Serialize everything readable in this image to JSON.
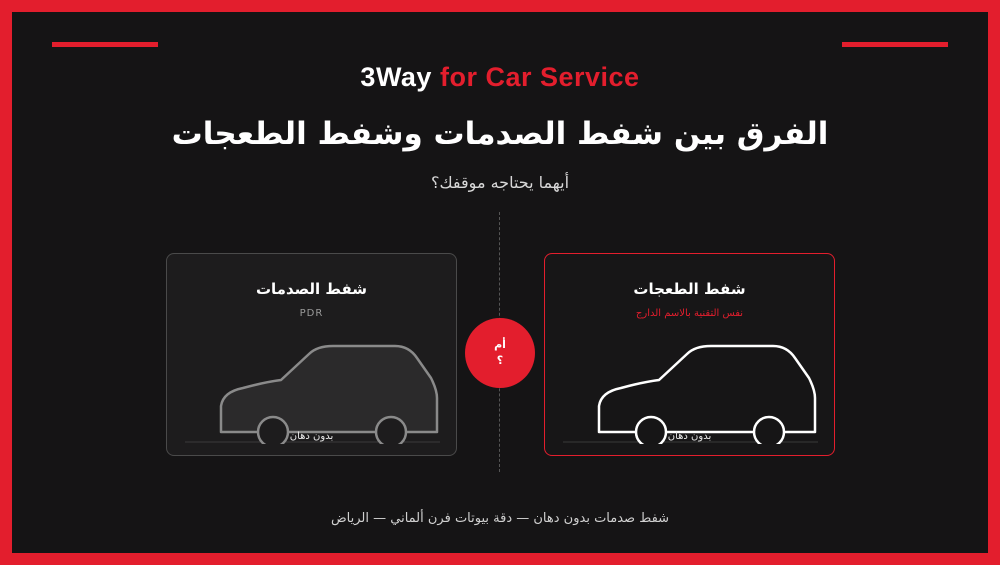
{
  "brand": {
    "part1": "3Way",
    "part2": "for Car Service"
  },
  "headline": {
    "title": "الفرق بين شفط الصدمات وشفط الطعجات",
    "subtitle": "أيهما يحتاجه موقفك؟"
  },
  "cards": {
    "left": {
      "title": "شفط الصدمات",
      "subtitle": "PDR",
      "caption": "بدون دهان"
    },
    "right": {
      "title": "شفط الطعجات",
      "subtitle": "نفس التقنية بالاسم الدارج",
      "caption": "بدون دهان"
    }
  },
  "badge": {
    "line1": "أم",
    "line2": "؟"
  },
  "footer": {
    "text": "شفط صدمات بدون دهان — دقة بيوتات فرن ألماني — الرياض"
  },
  "colors": {
    "accent": "#e31e2d",
    "background": "#151415",
    "text": "#ffffff"
  },
  "icons": {
    "left_car": "car-outline-icon",
    "right_car": "car-outline-icon"
  }
}
